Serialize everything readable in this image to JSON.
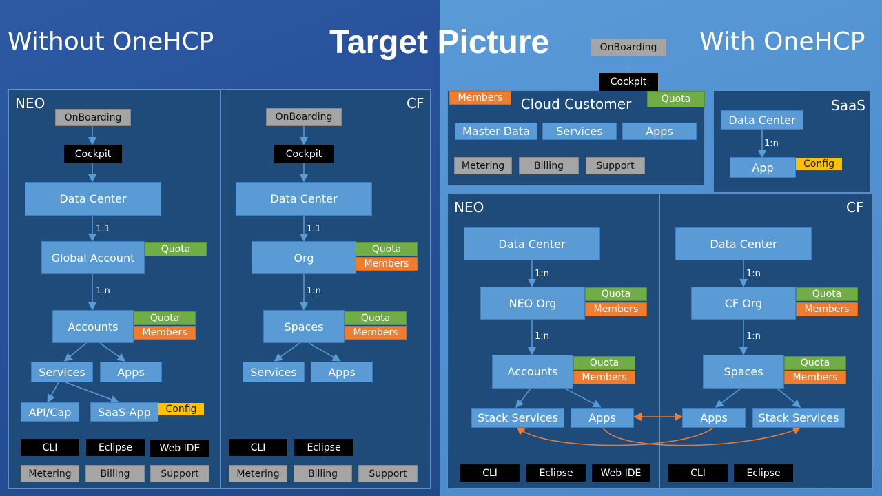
{
  "titles": {
    "left": "Without OneHCP",
    "center": "Target Picture",
    "right": "With OneHCP"
  },
  "left": {
    "neo": {
      "label": "NEO",
      "onboarding": "OnBoarding",
      "cockpit": "Cockpit",
      "data_center": "Data Center",
      "rel1": "1:1",
      "global_account": "Global Account",
      "ga_quota": "Quota",
      "rel2": "1:n",
      "accounts": "Accounts",
      "acc_quota": "Quota",
      "acc_members": "Members",
      "services": "Services",
      "apps": "Apps",
      "api_cap": "API/Cap",
      "saas_app": "SaaS-App",
      "config": "Config",
      "cli": "CLI",
      "eclipse": "Eclipse",
      "web_ide": "Web IDE",
      "metering": "Metering",
      "billing": "Billing",
      "support": "Support"
    },
    "cf": {
      "label": "CF",
      "onboarding": "OnBoarding",
      "cockpit": "Cockpit",
      "data_center": "Data Center",
      "rel1": "1:1",
      "org": "Org",
      "org_quota": "Quota",
      "org_members": "Members",
      "rel2": "1:n",
      "spaces": "Spaces",
      "sp_quota": "Quota",
      "sp_members": "Members",
      "services": "Services",
      "apps": "Apps",
      "cli": "CLI",
      "eclipse": "Eclipse",
      "metering": "Metering",
      "billing": "Billing",
      "support": "Support"
    }
  },
  "right": {
    "onboarding": "OnBoarding",
    "cockpit": "Cockpit",
    "cloud_customer": {
      "title": "Cloud Customer",
      "members": "Members",
      "quota": "Quota",
      "master_data": "Master Data",
      "services": "Services",
      "apps": "Apps",
      "metering": "Metering",
      "billing": "Billing",
      "support": "Support"
    },
    "saas": {
      "label": "SaaS",
      "data_center": "Data Center",
      "rel": "1:n",
      "app": "App",
      "config": "Config"
    },
    "neo": {
      "label": "NEO",
      "data_center": "Data Center",
      "rel1": "1:n",
      "org": "NEO Org",
      "org_quota": "Quota",
      "org_members": "Members",
      "rel2": "1:n",
      "accounts": "Accounts",
      "acc_quota": "Quota",
      "acc_members": "Members",
      "stack_services": "Stack Services",
      "apps": "Apps",
      "cli": "CLI",
      "eclipse": "Eclipse",
      "web_ide": "Web IDE"
    },
    "cf": {
      "label": "CF",
      "data_center": "Data Center",
      "rel1": "1:n",
      "org": "CF Org",
      "org_quota": "Quota",
      "org_members": "Members",
      "rel2": "1:n",
      "spaces": "Spaces",
      "sp_quota": "Quota",
      "sp_members": "Members",
      "apps": "Apps",
      "stack_services": "Stack Services",
      "cli": "CLI",
      "eclipse": "Eclipse"
    }
  },
  "colors": {
    "blue_box": "#5b9bd5",
    "quota": "#70ad47",
    "members": "#ed7d31",
    "config": "#ffc000",
    "panel": "#1e4b7a",
    "connector": "#5b9bd5",
    "cross_connector": "#ed7d31"
  }
}
